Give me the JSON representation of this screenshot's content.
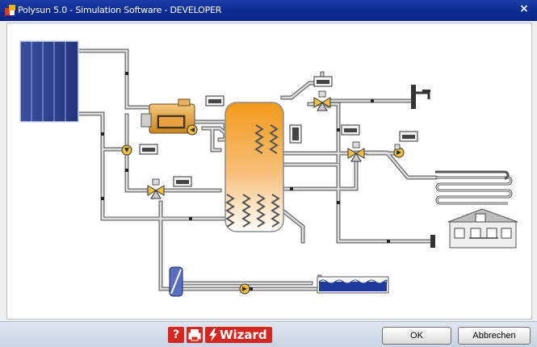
{
  "window": {
    "title": "Polysun 5.0 - Simulation Software - DEVELOPER",
    "close_symbol": "×"
  },
  "icons": [
    "app-logo-icon",
    "close-icon",
    "help-icon",
    "print-icon",
    "lightning-icon"
  ],
  "footer": {
    "help_label": "?",
    "wizard_label": "Wizard",
    "ok_label": "OK",
    "cancel_label": "Abbrechen"
  },
  "colors": {
    "title_bar": "#0b2a8f",
    "tank_orange": "#f0a030",
    "accent_red": "#d7261f",
    "collector_blue": "#2a3c8c",
    "pipe_gray": "#8f8f8f"
  }
}
